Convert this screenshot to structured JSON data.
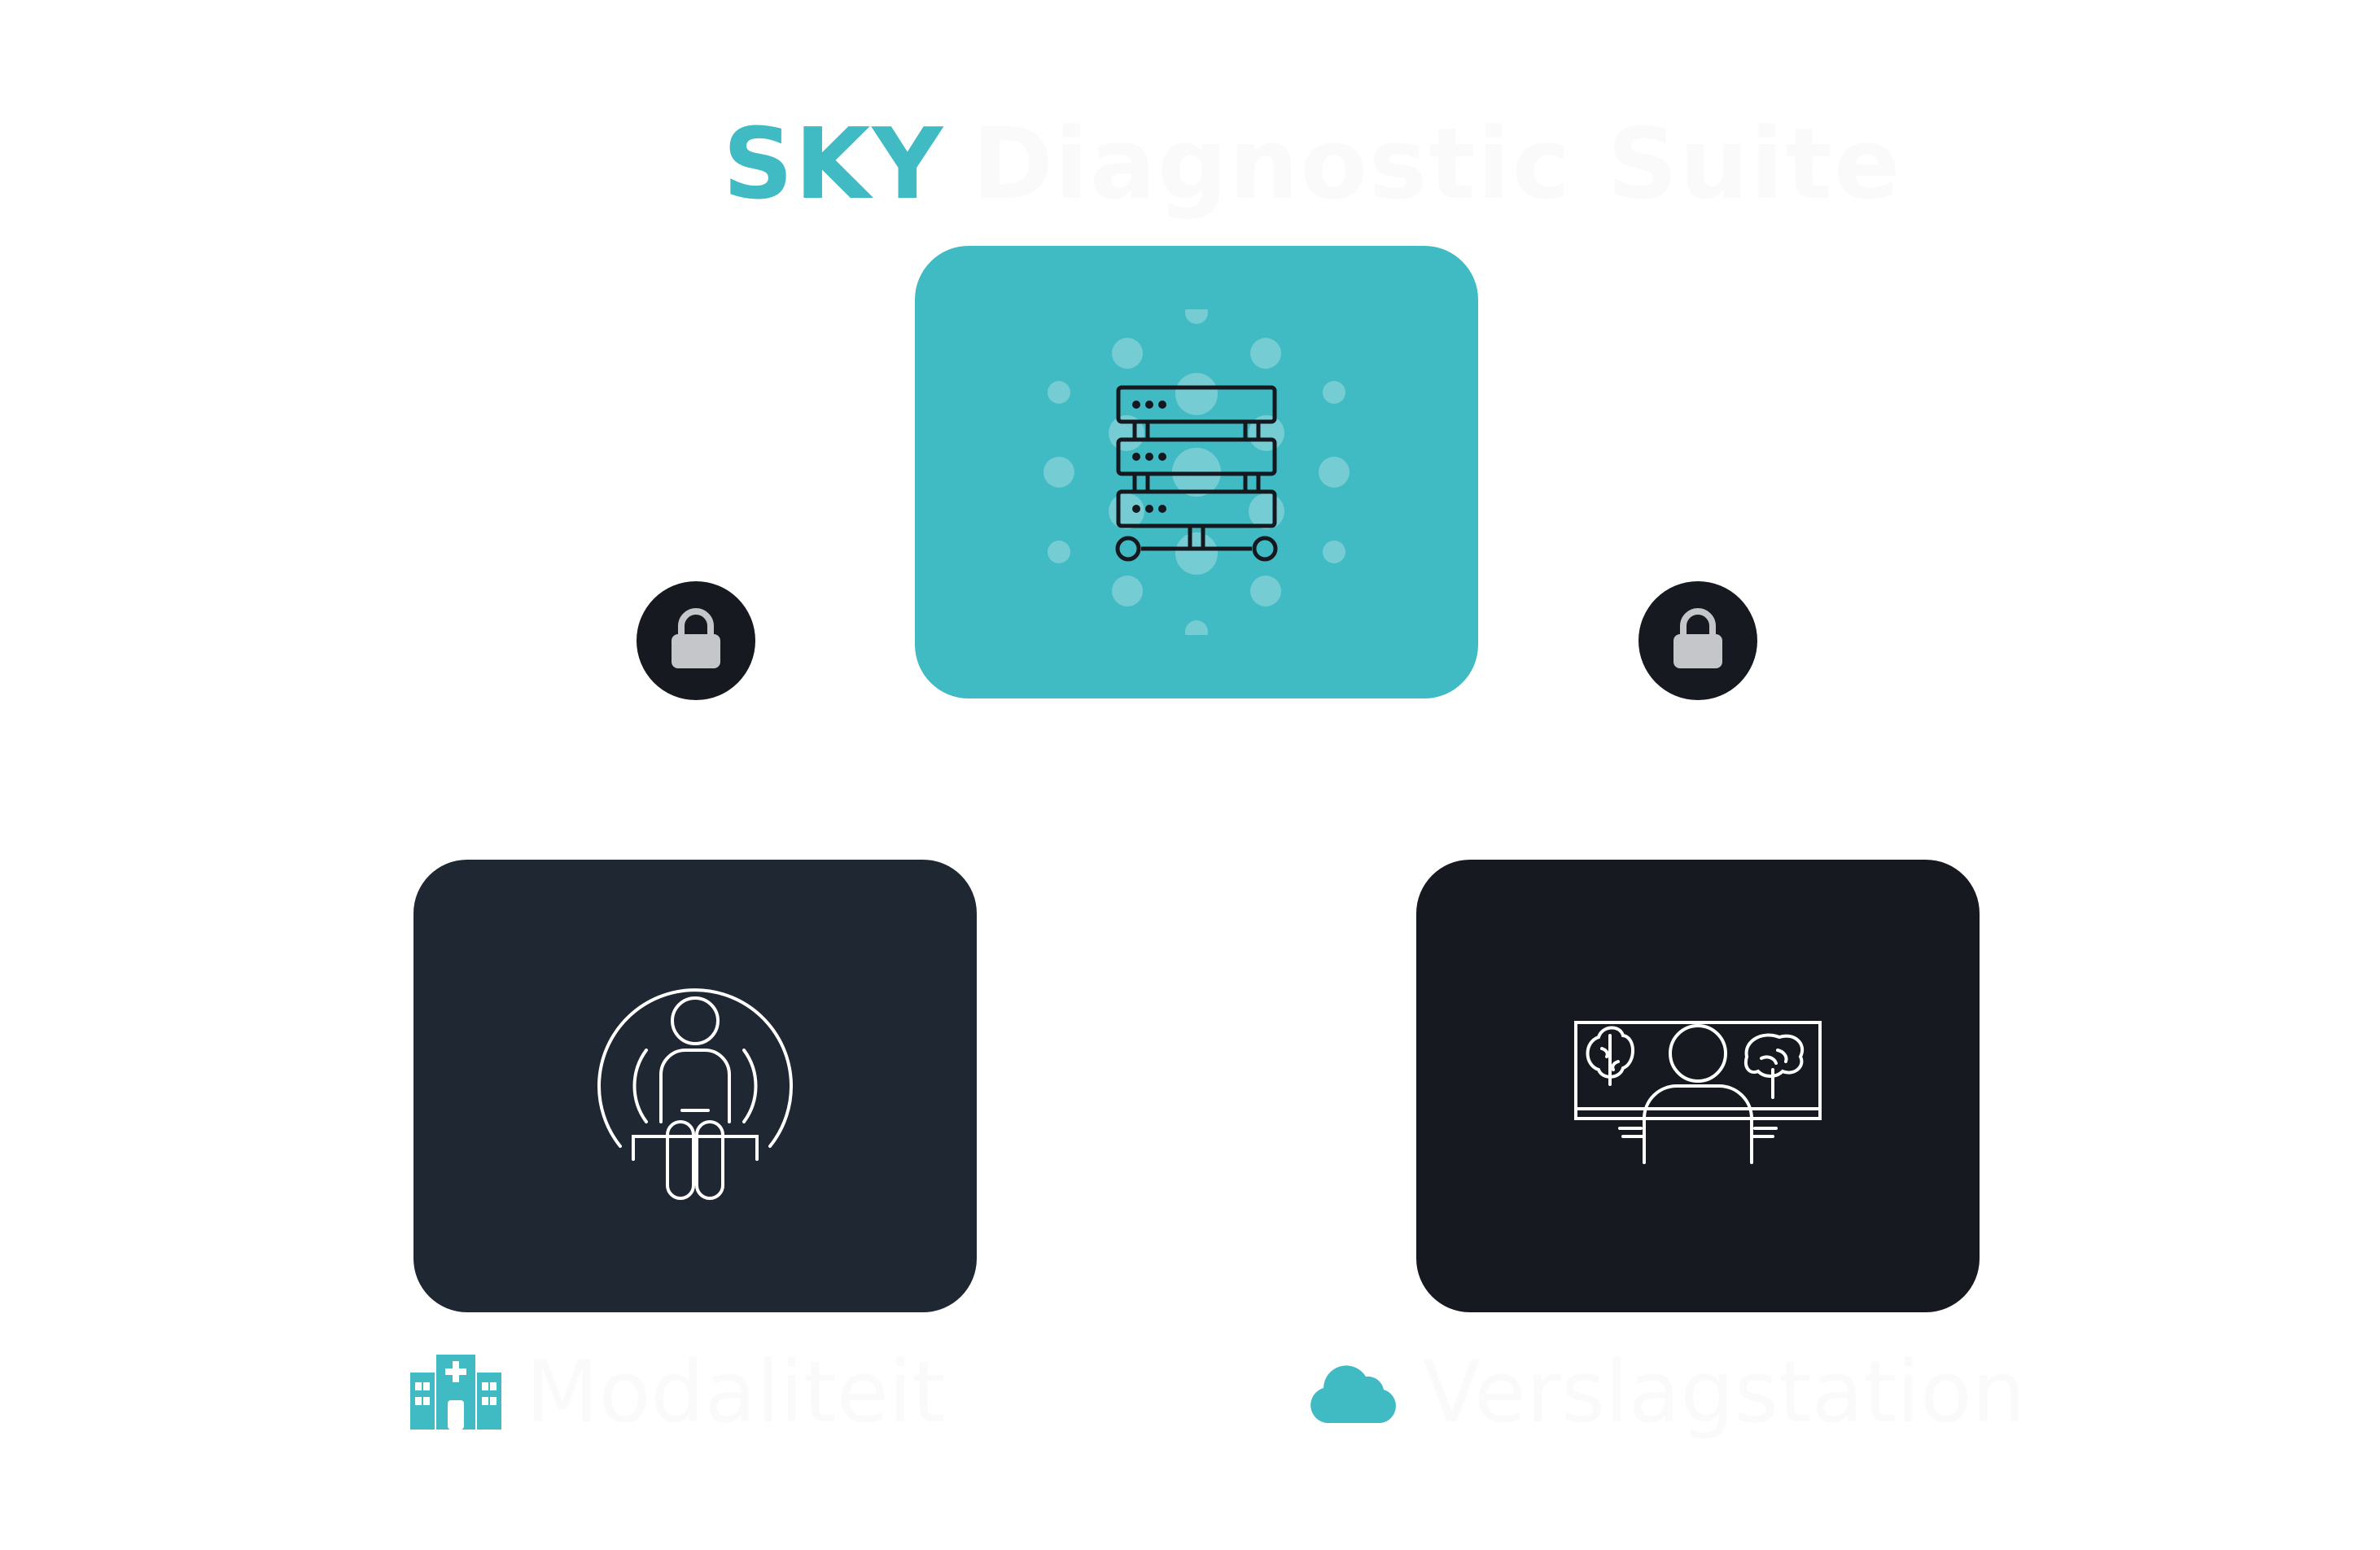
{
  "title": {
    "accent": "SKY",
    "rest": "Diagnostic Suite"
  },
  "colors": {
    "accent": "#40BAC3",
    "dark_card": "#1F2733",
    "darker_card": "#161A20",
    "faint_text": "#FAFAFB"
  },
  "nodes": {
    "server": {
      "icon": "server-rack-icon"
    },
    "modality": {
      "icon": "mri-scanner-patient-icon",
      "label": "Modaliteit",
      "label_icon": "hospital-building-icon"
    },
    "report": {
      "icon": "reporting-workstation-brain-icon",
      "label": "Verslagstation",
      "label_icon": "cloud-icon"
    }
  },
  "connections": [
    {
      "icon": "lock-icon"
    },
    {
      "icon": "lock-icon"
    }
  ]
}
